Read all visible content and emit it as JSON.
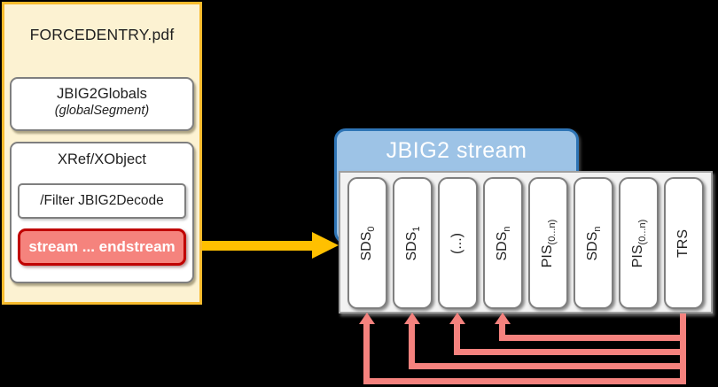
{
  "pdf_panel": {
    "title": "FORCEDENTRY.pdf",
    "globals_box": {
      "line1": "JBIG2Globals",
      "line2": "(globalSegment)"
    },
    "xref_box": {
      "title": "XRef/XObject",
      "filter_label": "/Filter JBIG2Decode",
      "stream_label": "stream ... endstream"
    }
  },
  "jbig2": {
    "header": "JBIG2 stream",
    "segments": [
      {
        "text": "SDS",
        "sub": "0"
      },
      {
        "text": "SDS",
        "sub": "1"
      },
      {
        "text": "(...)",
        "sub": ""
      },
      {
        "text": "SDS",
        "sub": "n"
      },
      {
        "text": "PIS",
        "sub": "(0...n)"
      },
      {
        "text": "SDS",
        "sub": "n"
      },
      {
        "text": "PIS",
        "sub": "(0...n)"
      },
      {
        "text": "TRS",
        "sub": ""
      }
    ]
  },
  "colors": {
    "background": "#000000",
    "pdf_panel_fill": "#FCF2D2",
    "pdf_panel_border": "#F8BB2D",
    "box_border": "#7F7F7F",
    "stream_box_fill": "#F5837D",
    "stream_box_border": "#C00000",
    "jbig2_header_fill": "#9DC3E6",
    "jbig2_header_border": "#2E74B5",
    "segment_container_fill": "#F2F2F2",
    "flow_arrow": "#FFC000",
    "reference_arrow": "#F5827E"
  }
}
